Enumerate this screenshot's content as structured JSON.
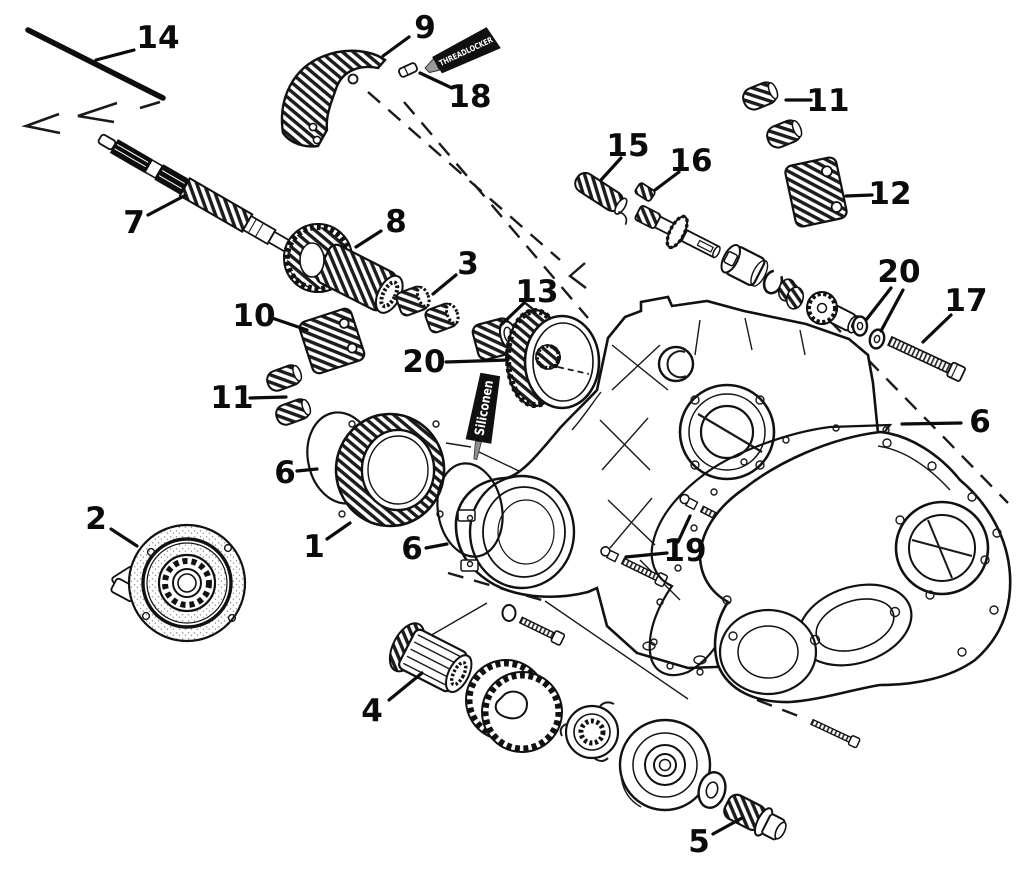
{
  "diagram": {
    "background": "#ffffff",
    "ink": "#111111",
    "callouts": {
      "c1": {
        "text": "1"
      },
      "c2": {
        "text": "2"
      },
      "c3": {
        "text": "3"
      },
      "c4": {
        "text": "4"
      },
      "c5": {
        "text": "5"
      },
      "c6_right": {
        "text": "6"
      },
      "c6_upper_left": {
        "text": "6"
      },
      "c6_lower_left": {
        "text": "6"
      },
      "c7": {
        "text": "7"
      },
      "c8": {
        "text": "8"
      },
      "c9": {
        "text": "9"
      },
      "c10": {
        "text": "10"
      },
      "c11_left": {
        "text": "11"
      },
      "c11_top_right": {
        "text": "11"
      },
      "c12": {
        "text": "12"
      },
      "c13": {
        "text": "13"
      },
      "c14": {
        "text": "14"
      },
      "c15": {
        "text": "15"
      },
      "c16": {
        "text": "16"
      },
      "c17": {
        "text": "17"
      },
      "c18": {
        "text": "18"
      },
      "c19": {
        "text": "19"
      },
      "c20_left": {
        "text": "20"
      },
      "c20_right": {
        "text": "20"
      }
    },
    "tubes": {
      "threadlocker": {
        "label": "THREADLOCKER"
      },
      "sealant": {
        "label": "Siliconen"
      }
    }
  }
}
